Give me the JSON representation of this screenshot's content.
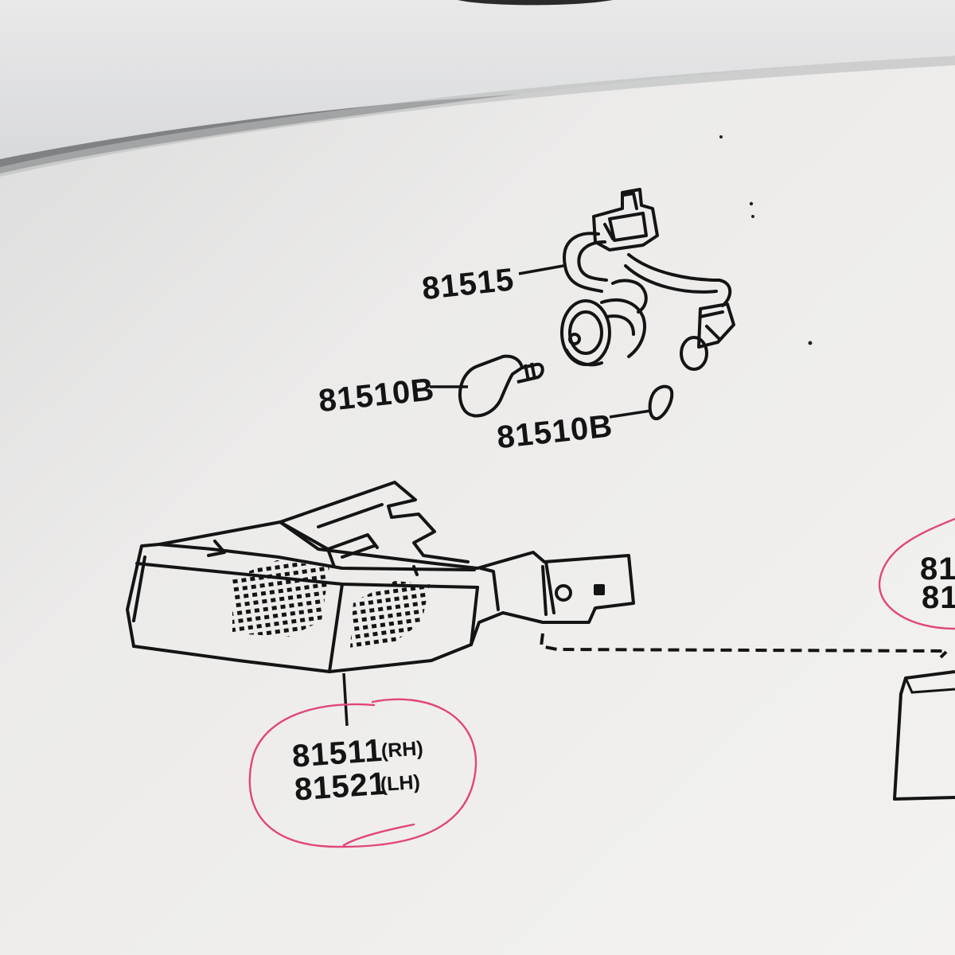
{
  "diagram": {
    "parts": {
      "socket_harness": {
        "number": "81515"
      },
      "bulb_large": {
        "number": "81510B"
      },
      "bulb_small": {
        "number": "81510B"
      },
      "lamp_rh": {
        "number": "81511",
        "side": "(RH)"
      },
      "lamp_lh": {
        "number": "81521",
        "side": "(LH)"
      },
      "edge_part_partial": {
        "top": "81",
        "bottom": "81"
      }
    },
    "colors": {
      "paper": "#f0eeec",
      "ink": "#141414",
      "marker_circle": "#e0467a"
    }
  }
}
